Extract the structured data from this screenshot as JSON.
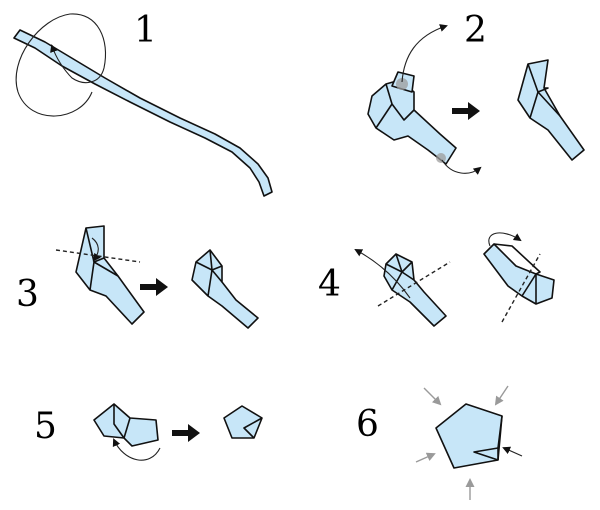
{
  "steps": [
    {
      "number": "1"
    },
    {
      "number": "2"
    },
    {
      "number": "3"
    },
    {
      "number": "4"
    },
    {
      "number": "5"
    },
    {
      "number": "6"
    }
  ],
  "colors": {
    "paper_fill": "#c7e6f8",
    "outline": "#111111",
    "push_arrows": "#9a9a9a"
  }
}
